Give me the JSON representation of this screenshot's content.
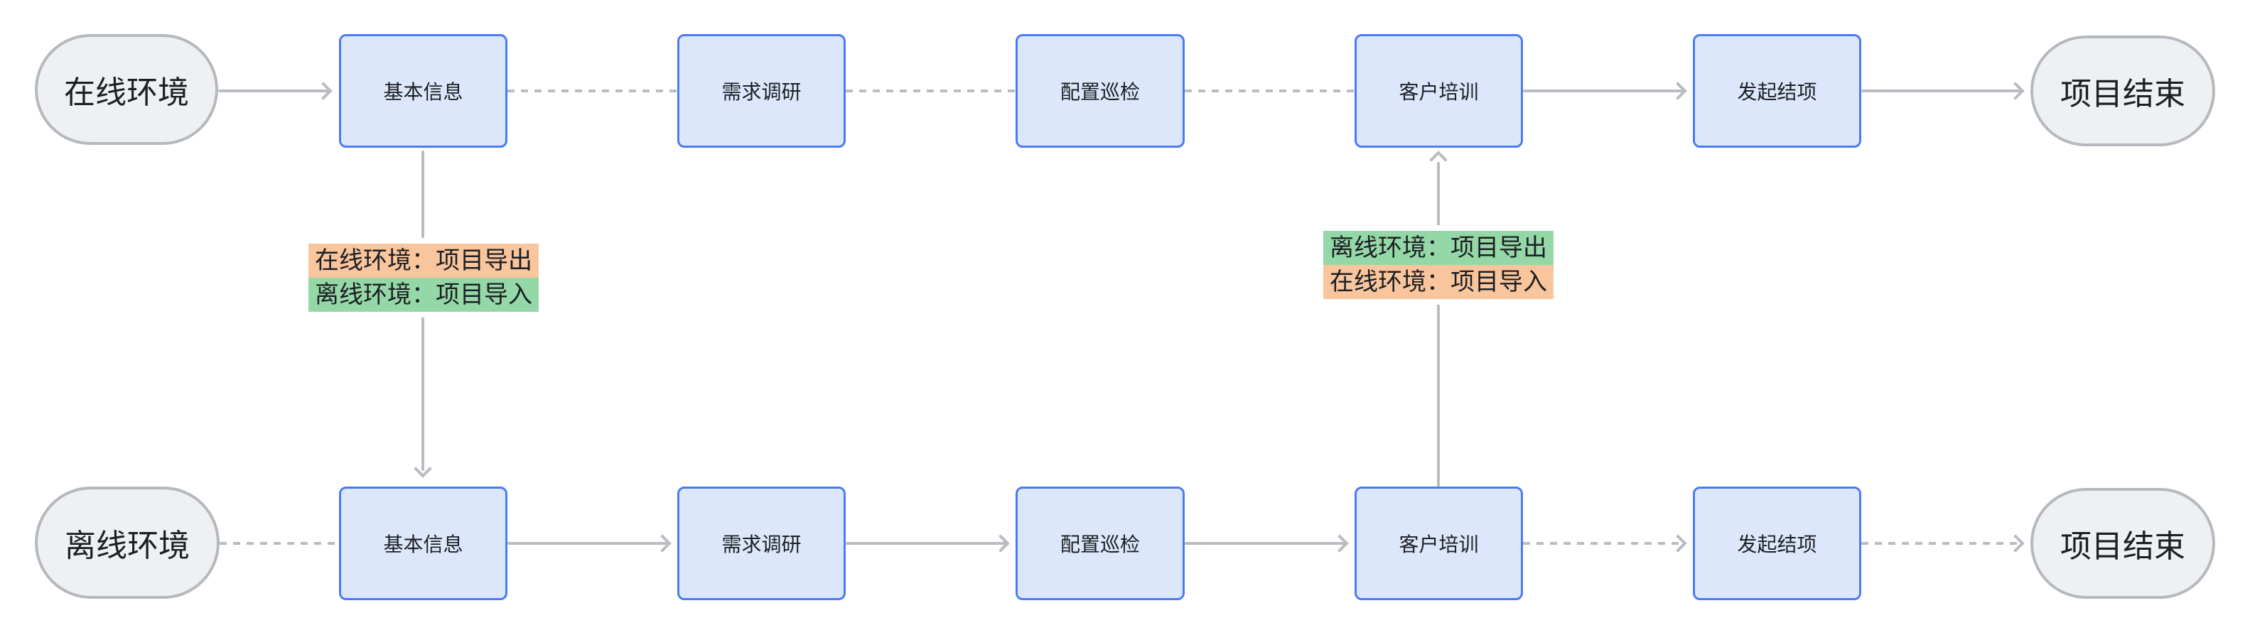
{
  "diagram_title": "online-offline-project-workflow",
  "colors": {
    "box_fill": "#dde7fc",
    "box_border": "#4a7bf7",
    "oval_fill": "#eef0f2",
    "oval_border": "#b5b9be",
    "connector_line": "#b9bcc1",
    "highlight_orange": "#f8c59d",
    "highlight_green": "#95d8a7",
    "text": "#1c1f23"
  },
  "top_row": {
    "environment": "在线环境",
    "steps": [
      "基本信息",
      "需求调研",
      "配置巡检",
      "客户培训",
      "发起结项"
    ],
    "end": "项目结束"
  },
  "bottom_row": {
    "environment": "离线环境",
    "steps": [
      "基本信息",
      "需求调研",
      "配置巡检",
      "客户培训",
      "发起结项"
    ],
    "end": "项目结束"
  },
  "transfer_down": {
    "lines": [
      {
        "text": "在线环境：项目导出",
        "highlight": "orange"
      },
      {
        "text": "离线环境：项目导入",
        "highlight": "green"
      }
    ]
  },
  "transfer_up": {
    "lines": [
      {
        "text": "离线环境：项目导出",
        "highlight": "green"
      },
      {
        "text": "在线环境：项目导入",
        "highlight": "orange"
      }
    ]
  }
}
